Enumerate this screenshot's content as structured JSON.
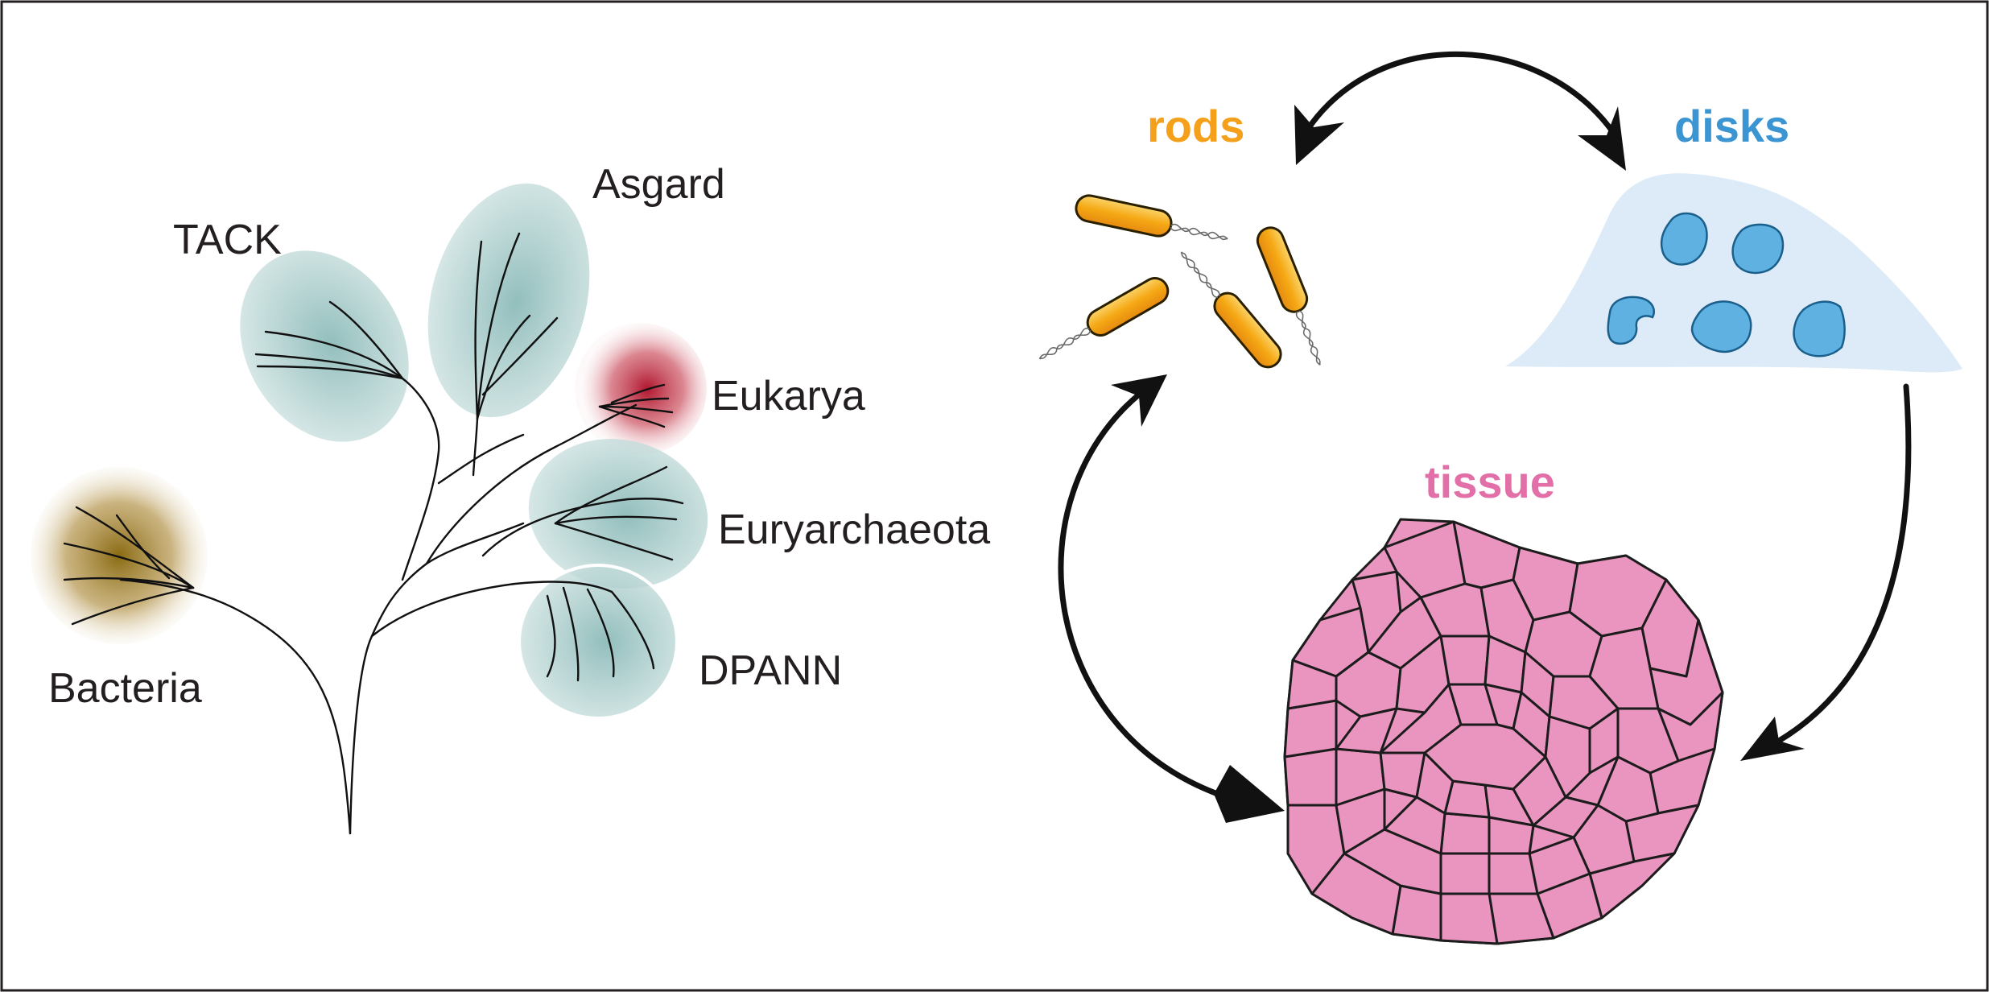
{
  "tree": {
    "clades": [
      {
        "label": "Asgard",
        "color": "#9ec5c3"
      },
      {
        "label": "TACK",
        "color": "#9ec5c3"
      },
      {
        "label": "Eukarya",
        "color": "#b51f33"
      },
      {
        "label": "Euryarchaeota",
        "color": "#9ec5c3"
      },
      {
        "label": "DPANN",
        "color": "#9ec5c3"
      },
      {
        "label": "Bacteria",
        "color": "#9b7a1f"
      }
    ]
  },
  "lifecycle": {
    "rods": {
      "label": "rods",
      "color": "#f5a01a"
    },
    "disks": {
      "label": "disks",
      "color": "#3a95d2"
    },
    "tissue": {
      "label": "tissue",
      "color": "#e36fa8"
    }
  },
  "colors": {
    "rod_fill": "#f7b515",
    "disk_fill": "#5eb1e0",
    "disk_background": "#dcebf7",
    "tissue_fill": "#e995bf",
    "border": "#231f20"
  }
}
